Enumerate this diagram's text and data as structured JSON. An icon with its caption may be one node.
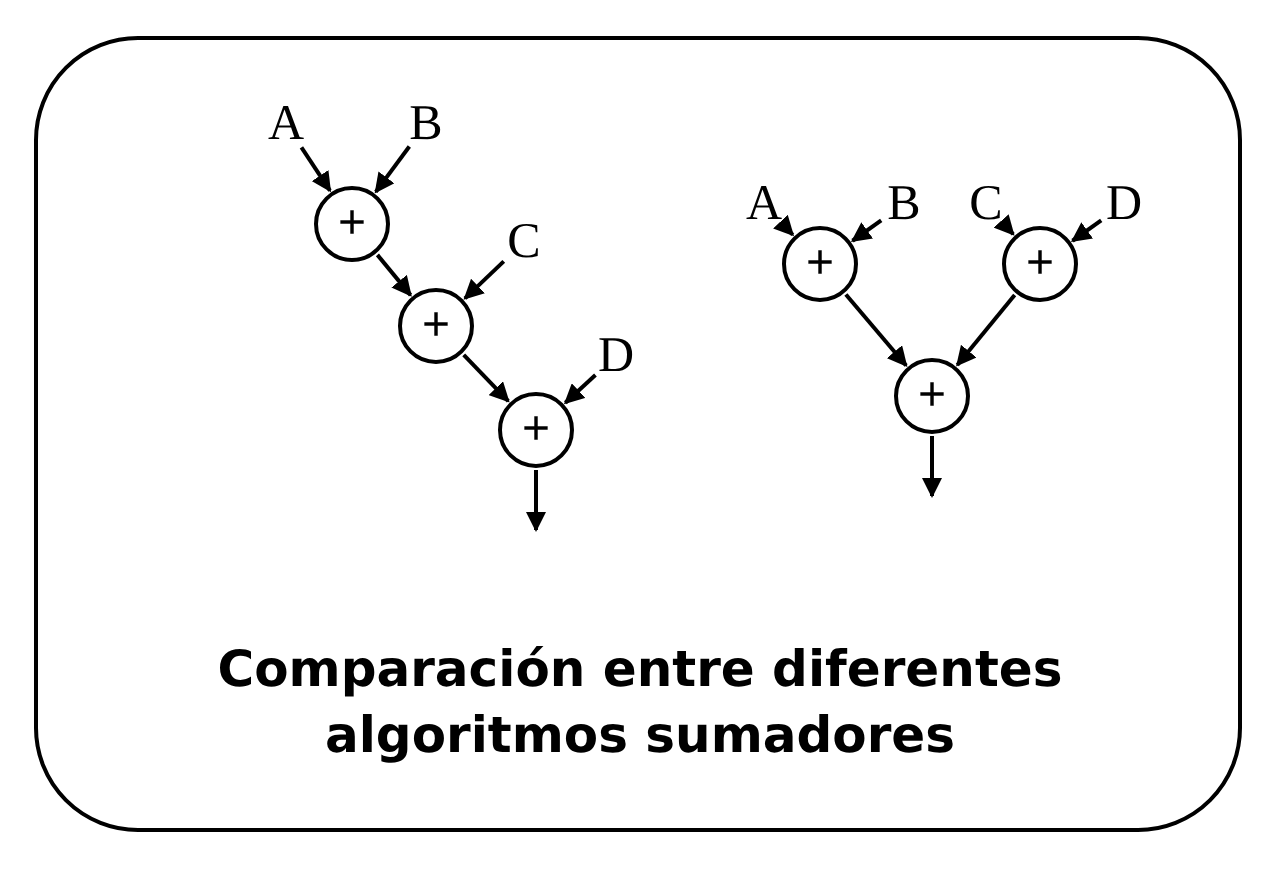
{
  "diagram": {
    "caption": "Comparación entre diferentes algoritmos sumadores",
    "nodes": [
      {
        "text": [
          "A"
        ]
      },
      {
        "text": [
          "B"
        ]
      },
      {
        "text": [
          "+"
        ]
      },
      {
        "text": [
          "C"
        ]
      },
      {
        "text": [
          "+"
        ]
      },
      {
        "text": [
          "D"
        ]
      },
      {
        "text": [
          "+"
        ]
      },
      {
        "text": [
          "A"
        ]
      },
      {
        "text": [
          "B"
        ]
      },
      {
        "text": [
          "C"
        ]
      },
      {
        "text": [
          "D"
        ]
      },
      {
        "text": [
          "+"
        ]
      },
      {
        "text": [
          "+"
        ]
      },
      {
        "text": [
          "+"
        ]
      }
    ],
    "edges": [
      {
        "from": 0,
        "to": 2,
        "arrow": "to"
      },
      {
        "from": 1,
        "to": 2,
        "arrow": "to"
      },
      {
        "from": 2,
        "to": 4,
        "arrow": "to"
      },
      {
        "from": 3,
        "to": 4,
        "arrow": "to"
      },
      {
        "from": 4,
        "to": 6,
        "arrow": "to"
      },
      {
        "from": 5,
        "to": 6,
        "arrow": "to"
      },
      {
        "from": 6,
        "to": null,
        "arrow": "to"
      },
      {
        "from": 7,
        "to": 11,
        "arrow": "to"
      },
      {
        "from": 8,
        "to": 11,
        "arrow": "to"
      },
      {
        "from": 9,
        "to": 12,
        "arrow": "to"
      },
      {
        "from": 10,
        "to": 12,
        "arrow": "to"
      },
      {
        "from": 11,
        "to": 13,
        "arrow": "to"
      },
      {
        "from": 12,
        "to": 13,
        "arrow": "to"
      },
      {
        "from": 13,
        "to": null,
        "arrow": "to"
      }
    ]
  }
}
